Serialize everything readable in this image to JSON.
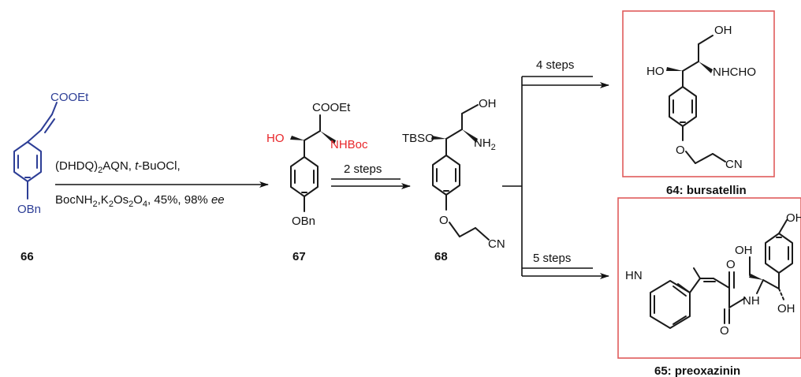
{
  "colors": {
    "bond": "#1a1a1a",
    "starting_material": "#2d3e96",
    "new_groups": "#e8262a",
    "product_box": "#e05b5b"
  },
  "compounds": {
    "c66": {
      "number": "66",
      "ester": "COOEt",
      "ether": "OBn"
    },
    "c67": {
      "number": "67",
      "ester": "COOEt",
      "hydroxyl": "HO",
      "amine": "NHBoc",
      "ether": "OBn"
    },
    "c68": {
      "number": "68",
      "hydroxyl": "OH",
      "silyl_ether": "TBSO",
      "amine_main": "NH",
      "amine_sub": "2",
      "nitrile": "CN"
    },
    "c64": {
      "caption": "64: bursatellin",
      "hydroxyl_top": "OH",
      "hydroxyl_left": "HO",
      "formamide": "NHCHO",
      "nitrile": "CN"
    },
    "c65": {
      "caption": "65: preoxazinin",
      "indole_nh": "HN",
      "ketone_o": "O",
      "amide_o": "O",
      "amide_nh": "NH",
      "hydroxyl_ch2": "OH",
      "hydroxyl_benzylic": "OH",
      "phenol_cut": "OH"
    }
  },
  "steps": {
    "step1": {
      "line1_a": "(DHDQ)",
      "line1_sub": "2",
      "line1_b": "AQN, ",
      "line1_it": "t",
      "line1_c": "-BuOCl,",
      "line2_a": "BocNH",
      "line2_sub1": "2",
      "line2_b": ",K",
      "line2_sub2": "2",
      "line2_c": "Os",
      "line2_sub3": "2",
      "line2_d": "O",
      "line2_sub4": "4",
      "line2_e": ", 45%, 98% ",
      "line2_it": "ee"
    },
    "step2": {
      "label": "2 steps"
    },
    "step3": {
      "label": "4 steps"
    },
    "step4": {
      "label": "5 steps"
    }
  }
}
